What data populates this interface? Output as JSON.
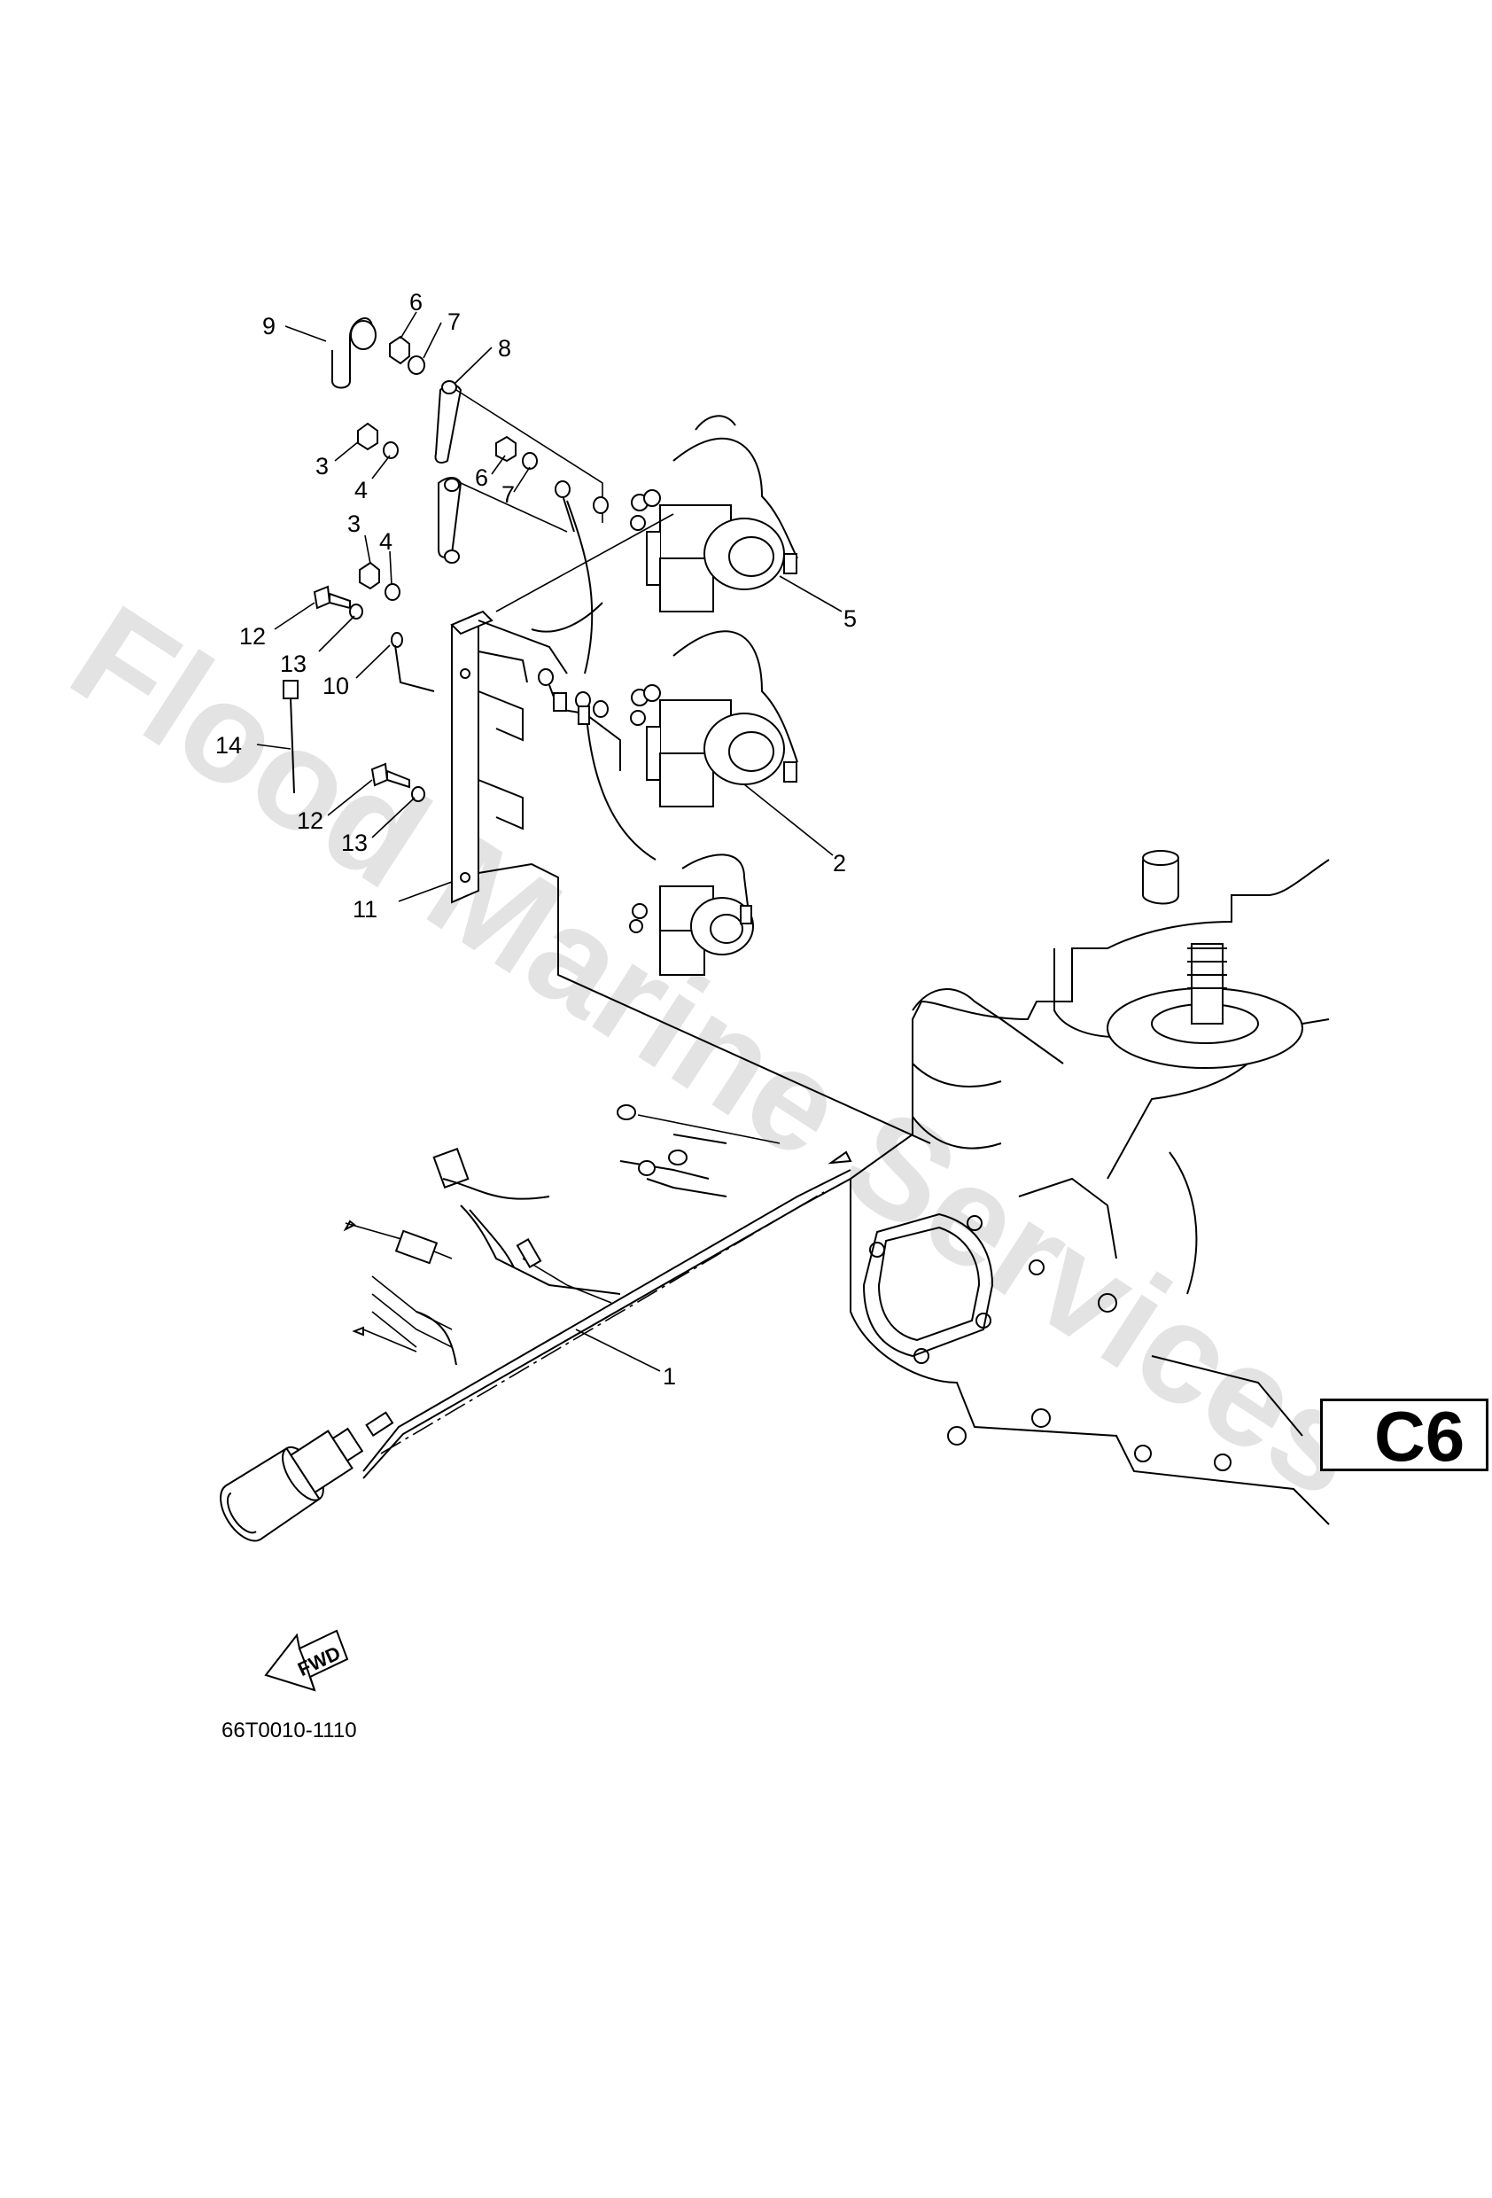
{
  "watermark": "Flood Marine Services",
  "callouts": [
    "1",
    "2",
    "3",
    "4",
    "5",
    "6",
    "7",
    "8",
    "9",
    "10",
    "11",
    "12",
    "13",
    "14"
  ],
  "repeat_labels": {
    "a3": "3",
    "a4": "4",
    "a6": "6",
    "a7": "7",
    "a12": "12",
    "a13": "13"
  },
  "fwd_arrow_text": "FWD",
  "drawing_code": "66T0010-1110",
  "page_code": "C6"
}
